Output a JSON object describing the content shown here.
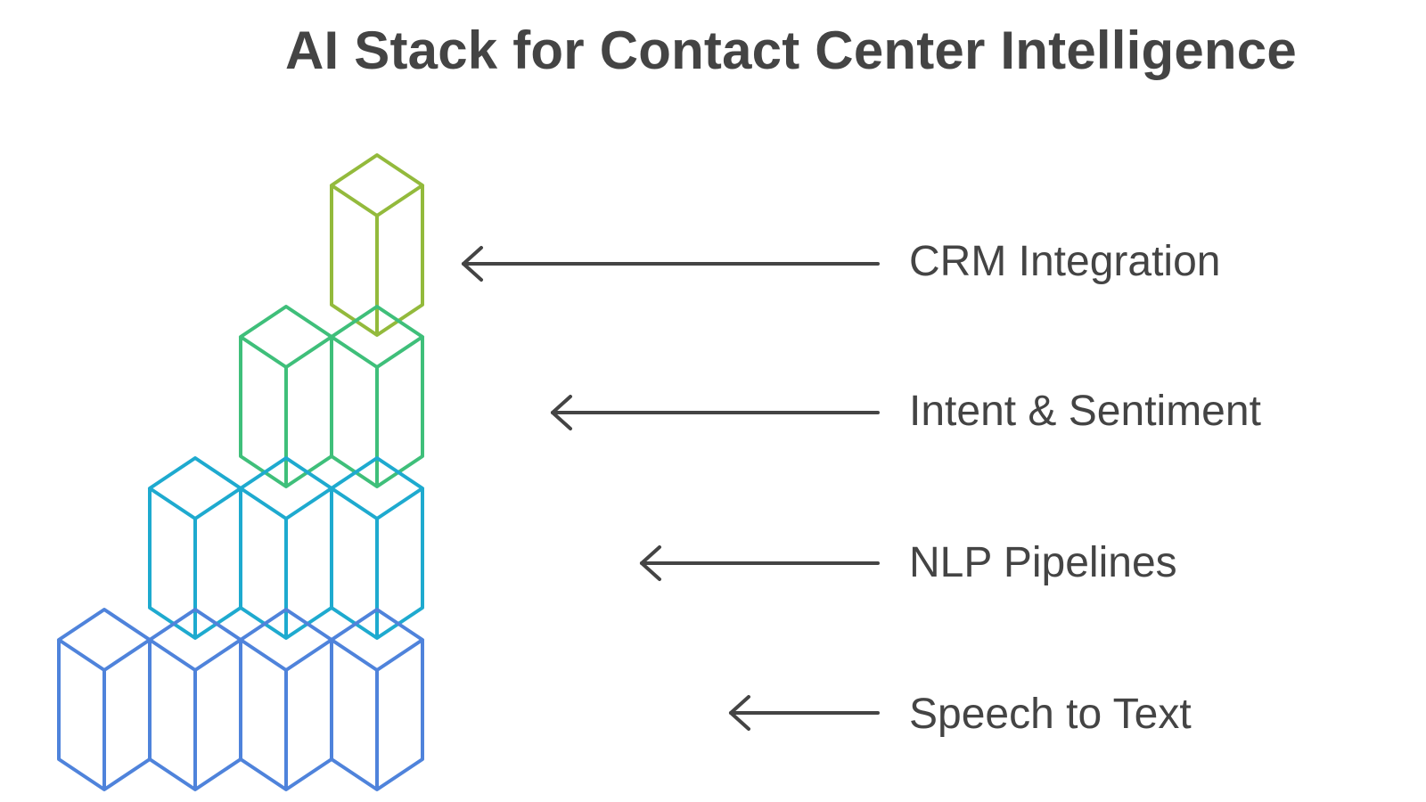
{
  "title": "AI Stack for Contact Center Intelligence",
  "layers": [
    {
      "label": "CRM Integration",
      "color": "#93BA3C",
      "cubes": 1
    },
    {
      "label": "Intent & Sentiment",
      "color": "#3FBF7A",
      "cubes": 2
    },
    {
      "label": "NLP Pipelines",
      "color": "#1EAACF",
      "cubes": 3
    },
    {
      "label": "Speech to Text",
      "color": "#4F83DB",
      "cubes": 4
    }
  ],
  "text_color": "#444444"
}
